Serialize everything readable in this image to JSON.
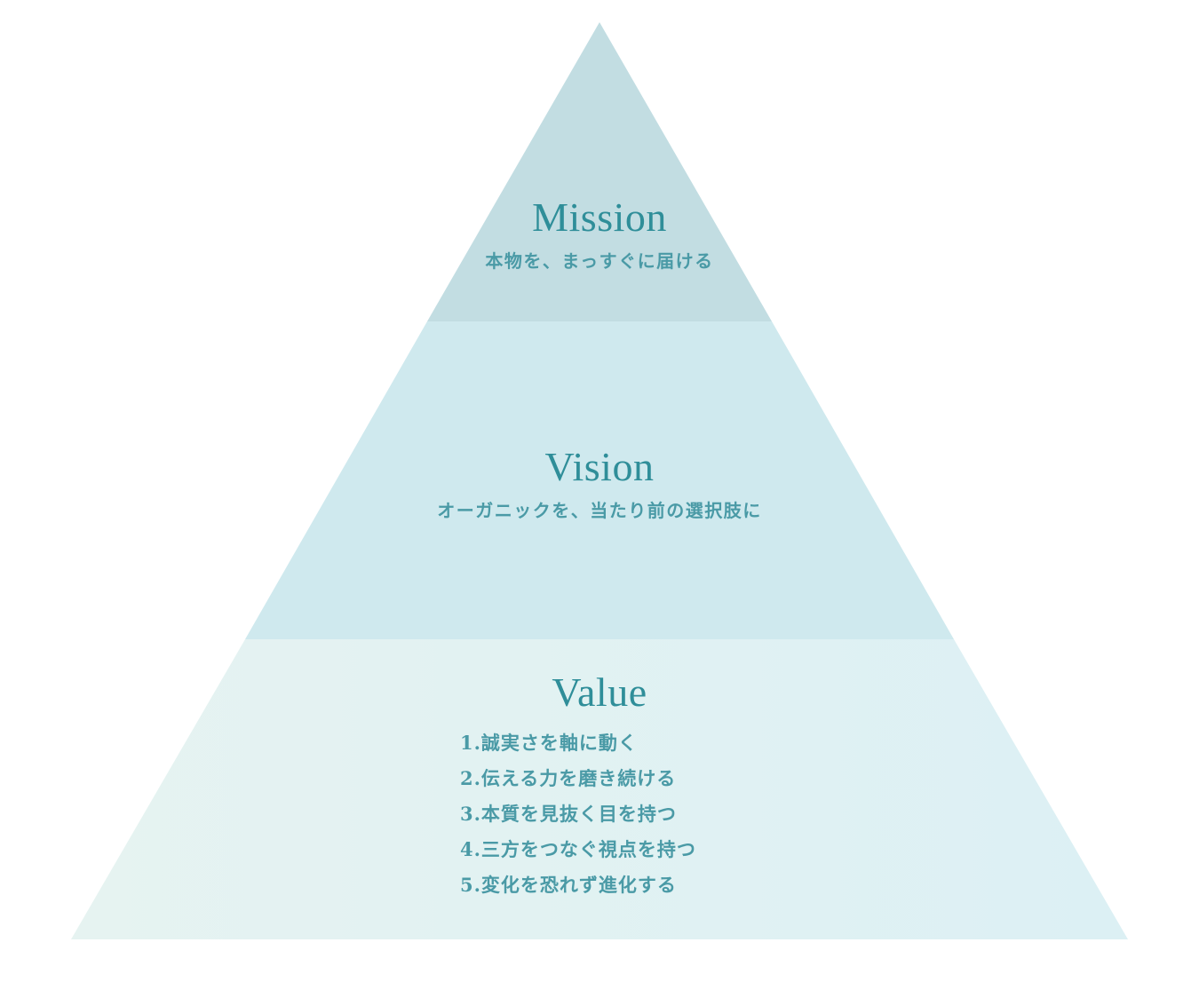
{
  "colors": {
    "mission_fill": "#c2dde2",
    "vision_fill": "#cfe9ee",
    "value_fill_left": "#e6f3f1",
    "value_fill_right": "#dcf0f4",
    "text": "#3e95a0"
  },
  "pyramid": {
    "tiers": [
      {
        "id": "mission",
        "heading": "Mission",
        "tagline": "本物を、まっすぐに届ける"
      },
      {
        "id": "vision",
        "heading": "Vision",
        "tagline": "オーガニックを、当たり前の選択肢に"
      },
      {
        "id": "value",
        "heading": "Value",
        "items": [
          "1.誠実さを軸に動く",
          "2.伝える力を磨き続ける",
          "3.本質を見抜く目を持つ",
          "4.三方をつなぐ視点を持つ",
          "5.変化を恐れず進化する"
        ]
      }
    ]
  }
}
